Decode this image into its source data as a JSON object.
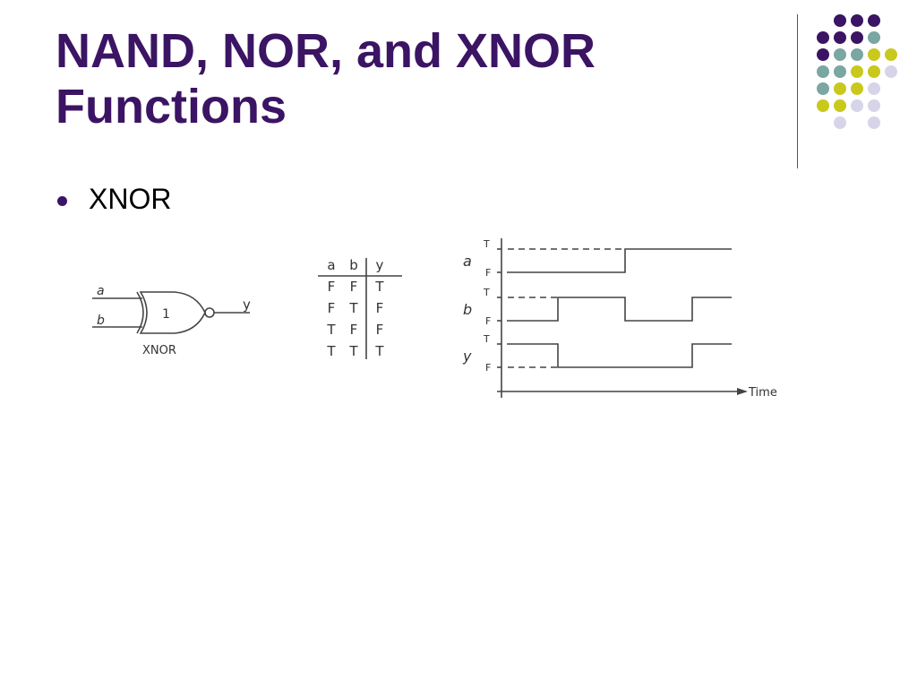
{
  "slide": {
    "title_line1": "NAND, NOR, and XNOR",
    "title_line2": "Functions",
    "bullet": "XNOR"
  },
  "theme": {
    "title_color": "#3b1464",
    "dot_colors": {
      "purple": "#3b1464",
      "teal": "#7aa6a3",
      "yellow": "#c9c81c",
      "lavender": "#d6d4e8"
    }
  },
  "gate": {
    "input_a": "a",
    "input_b": "b",
    "output": "y",
    "symbol_text": "1",
    "caption": "XNOR"
  },
  "truth_table": {
    "headers": [
      "a",
      "b",
      "y"
    ],
    "rows": [
      [
        "F",
        "F",
        "T"
      ],
      [
        "F",
        "T",
        "F"
      ],
      [
        "T",
        "F",
        "F"
      ],
      [
        "T",
        "T",
        "T"
      ]
    ]
  },
  "timing": {
    "signals": [
      {
        "name": "a",
        "high": "T",
        "low": "F",
        "levels": [
          "F",
          "F",
          "T",
          "T",
          "T"
        ]
      },
      {
        "name": "b",
        "high": "T",
        "low": "F",
        "levels": [
          "F",
          "T",
          "F",
          "T",
          "T"
        ]
      },
      {
        "name": "y",
        "high": "T",
        "low": "F",
        "levels": [
          "T",
          "F",
          "F",
          "T",
          "T"
        ]
      }
    ],
    "axis_label": "Time"
  }
}
